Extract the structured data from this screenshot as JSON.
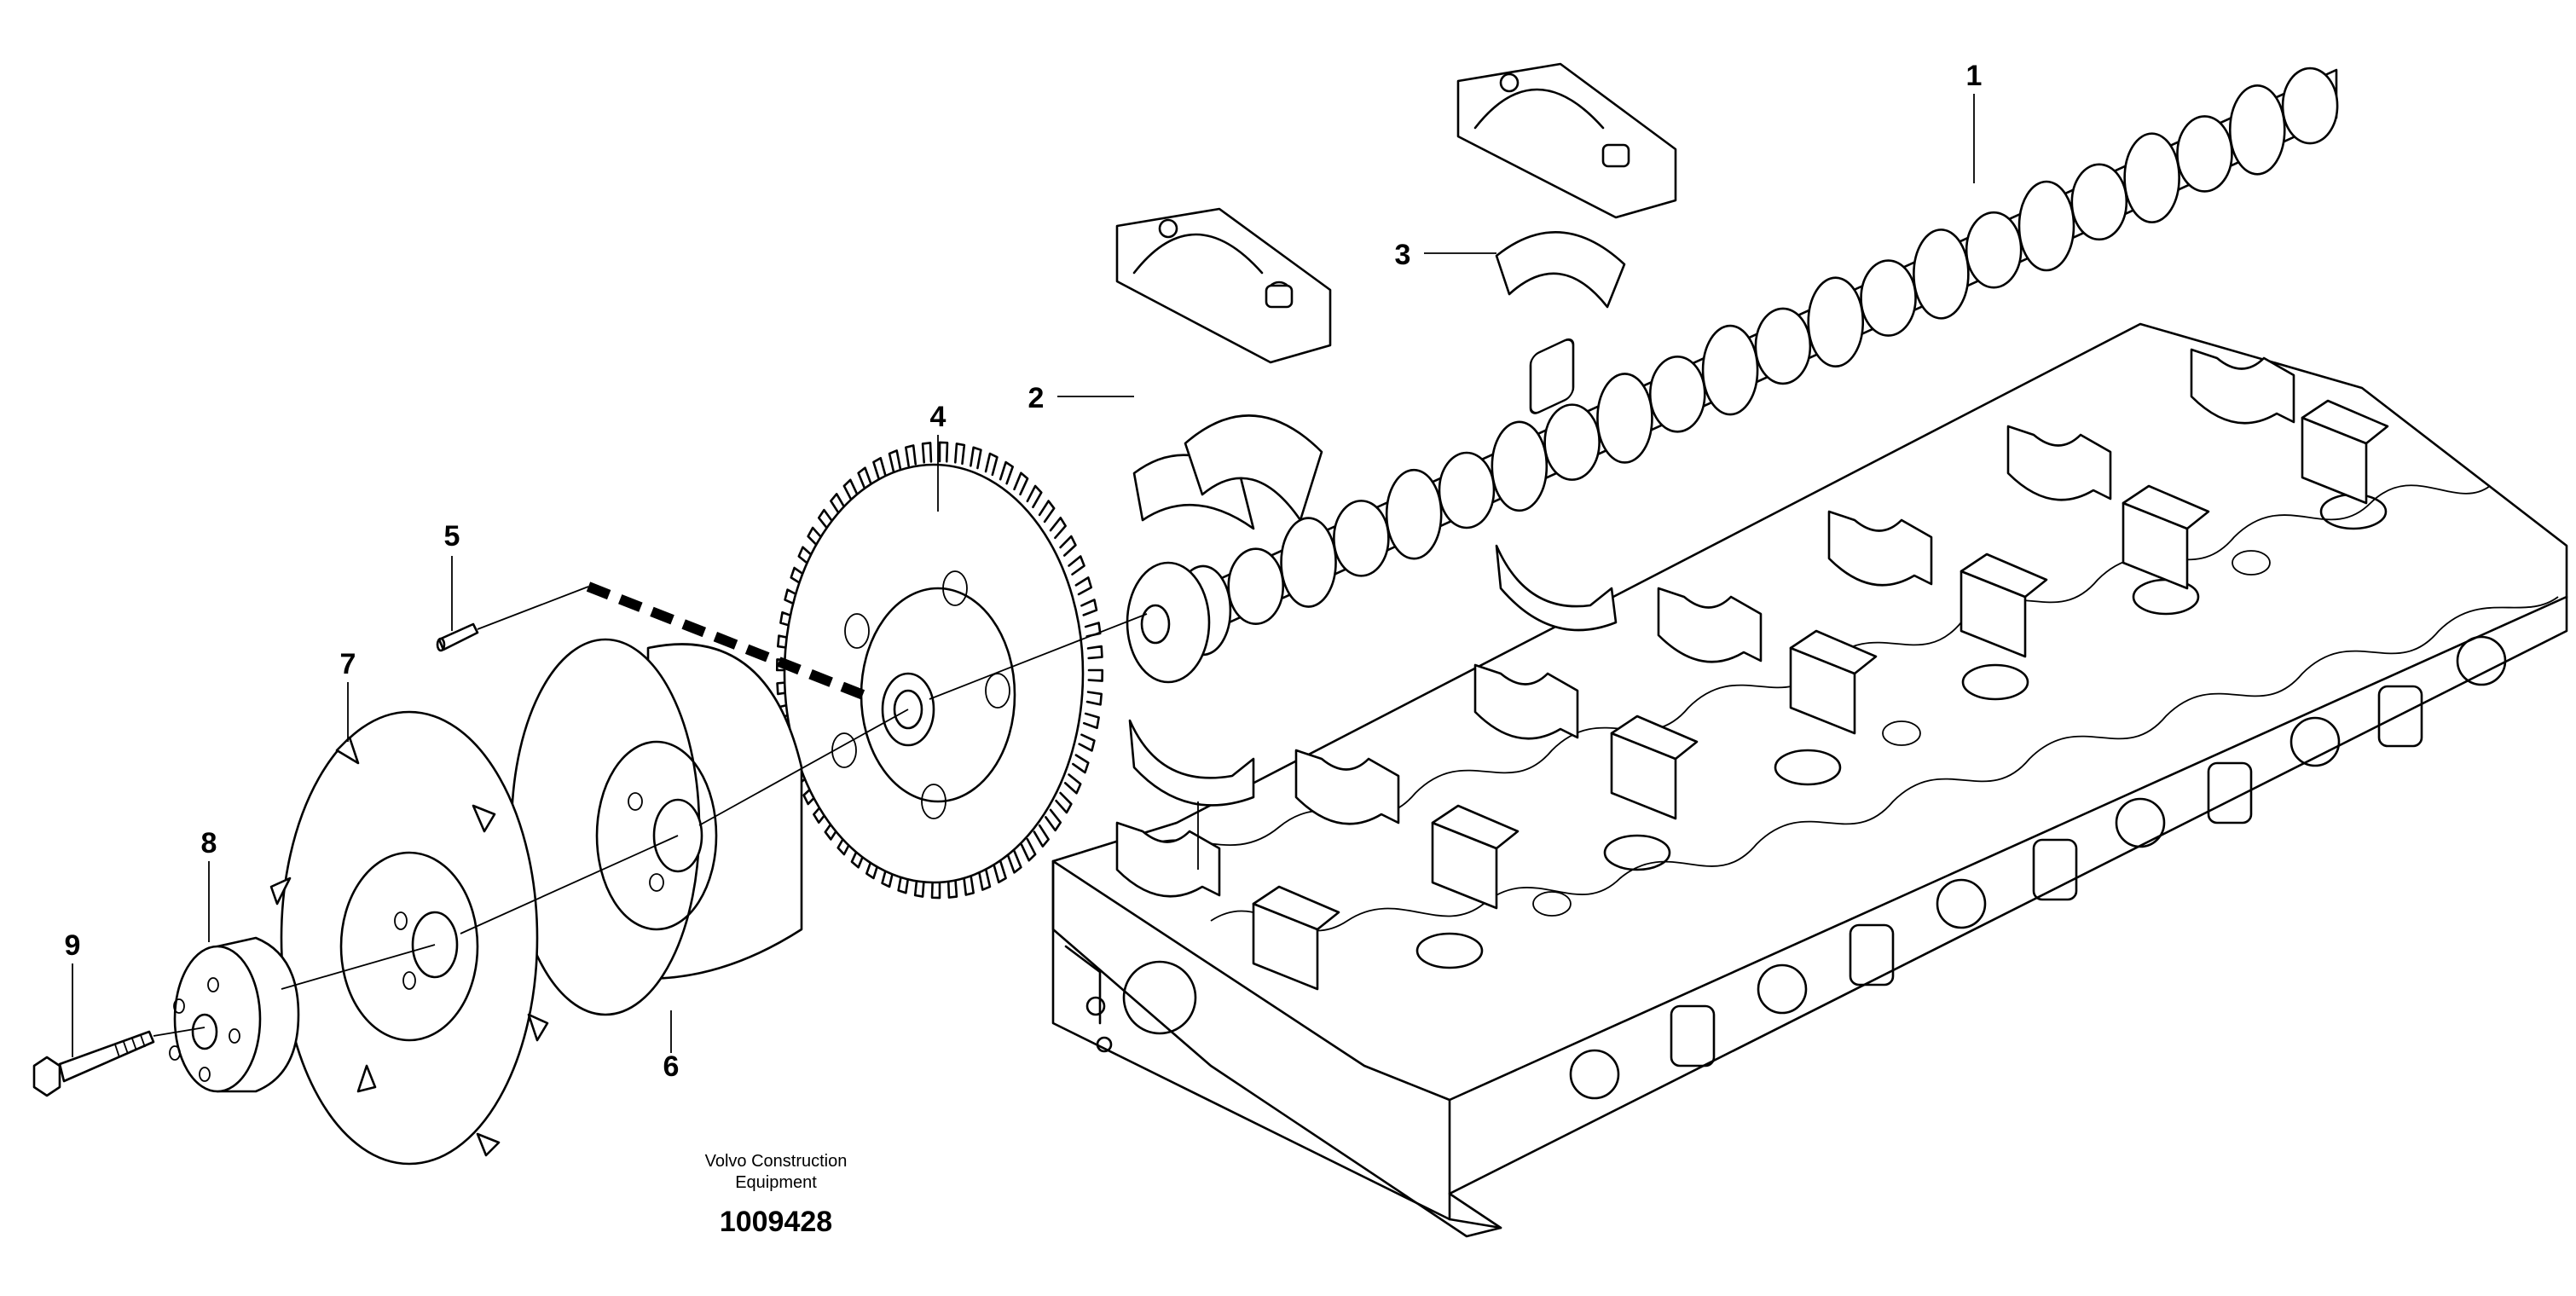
{
  "diagram": {
    "callouts": [
      {
        "id": "1",
        "text": "1"
      },
      {
        "id": "2",
        "text": "2"
      },
      {
        "id": "3",
        "text": "3"
      },
      {
        "id": "4",
        "text": "4"
      },
      {
        "id": "5",
        "text": "5"
      },
      {
        "id": "6",
        "text": "6"
      },
      {
        "id": "7",
        "text": "7"
      },
      {
        "id": "8",
        "text": "8"
      },
      {
        "id": "9",
        "text": "9"
      }
    ],
    "caption": {
      "brand_line1": "Volvo Construction",
      "brand_line2": "Equipment",
      "number": "1009428"
    }
  }
}
